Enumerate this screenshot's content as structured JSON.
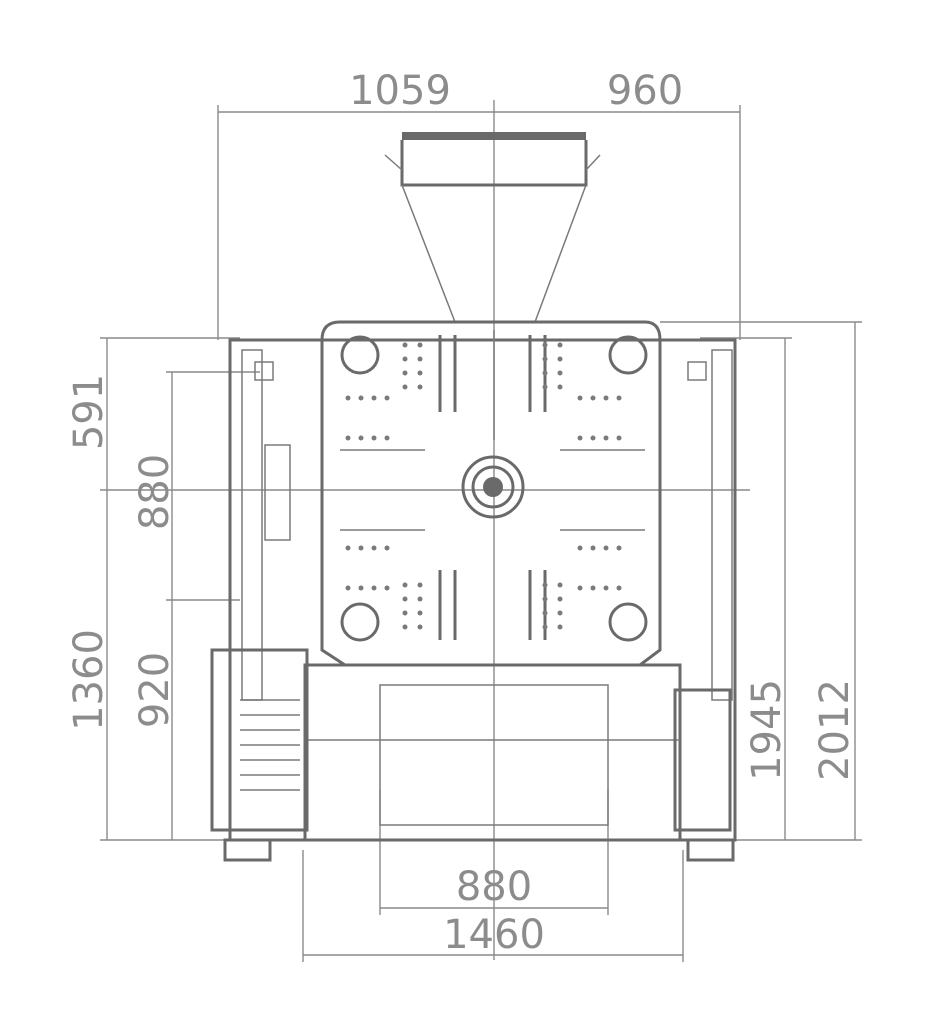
{
  "title": "Machine plan view dimension drawing",
  "dimensions": {
    "top_left": "1059",
    "top_right": "960",
    "left_upper": "591",
    "left_lower": "1360",
    "left_inner_upper": "880",
    "left_inner_lower": "920",
    "right_inner": "1945",
    "right_outer": "2012",
    "bottom_inner": "880",
    "bottom_outer": "1460"
  },
  "colors": {
    "line": "#6a6a6a",
    "label": "#8c8c8c"
  }
}
